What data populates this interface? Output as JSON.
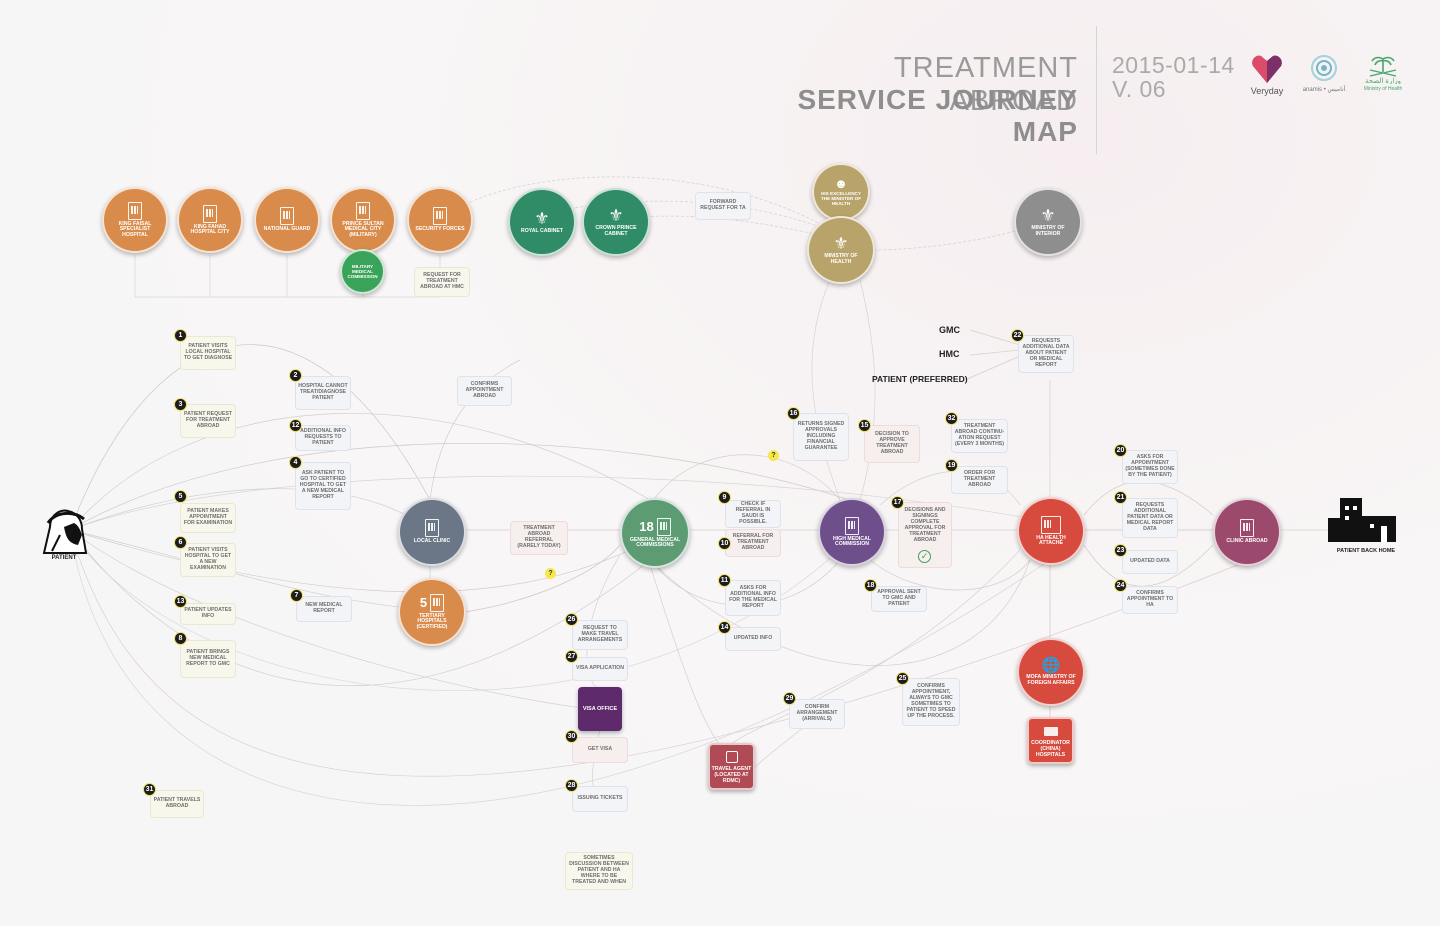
{
  "header": {
    "title_line1": "TREATMENT ABROAD",
    "title_line2": "SERVICE JOURNEY MAP",
    "date": "2015-01-14",
    "version": "V. 06"
  },
  "logos": [
    {
      "label": "Veryday",
      "icon": "heart-logo-icon",
      "color": "#c23a63"
    },
    {
      "label": "anamis • أناميس",
      "icon": "eye-logo-icon",
      "color": "#6fb8c8"
    },
    {
      "label": "Ministry of Health",
      "icon": "palm-swords-logo-icon",
      "color": "#4aa86a"
    }
  ],
  "colors": {
    "orange": "#d98b4b",
    "green": "#2f8c66",
    "light_green": "#3aa35a",
    "olive": "#b8a46b",
    "gray": "#8e8e8e",
    "slate": "#6b7786",
    "sage": "#5d9c73",
    "purple": "#6e4f8c",
    "red": "#d74a3e",
    "mauve": "#9b4a6d",
    "dark_red": "#b04a54",
    "visa": "#5e2a6b"
  },
  "actors": {
    "patient": "PATIENT",
    "patient_back_home": "PATIENT BACK HOME"
  },
  "nodes": {
    "king_faisal": "KING FAISAL SPECIALIST HOSPITAL",
    "king_fahad": "KING FAHAD HOSPITAL CITY",
    "national_guard": "NATIONAL GUARD",
    "prince_sultan": "PRINCE SULTAN MEDICAL CITY (MILITARY)",
    "security_forces": "SECURITY FORCES",
    "military_commission": "MILITARY MEDICAL COMMISSION",
    "royal_cabinet": "ROYAL CABINET",
    "crown_prince": "CROWN PRINCE CABINET",
    "minister": "HIS EXCELLENCY THE MINISTER OF HEALTH",
    "ministry_health": "MINISTRY OF HEALTH",
    "ministry_interior": "MINISTRY OF INTERIOR",
    "local_clinic": "LOCAL CLINIC",
    "tertiary": "TERTIARY HOSPITALS (CERTIFIED)",
    "tertiary_num": "5",
    "gmc": "GENERAL MEDICAL COMMISSIONS",
    "gmc_num": "18",
    "hmc": "HIGH MEDICAL COMMISSION",
    "health_attache": "HA HEALTH ATTACHÉ",
    "clinic_abroad": "CLINIC ABROAD",
    "mofa": "MOFA MINISTRY OF FOREIGN AFFAIRS",
    "coordinator": "COORDINATOR (CHINA) HOSPITALS",
    "travel_agent": "TRAVEL AGENT (LOCATED AT RDMC)",
    "visa_office": "VISA OFFICE"
  },
  "text_labels": {
    "gmc": "GMC",
    "hmc": "HMC",
    "patient_preferred": "PATIENT (PREFERRED)"
  },
  "steps": [
    {
      "n": "1",
      "text": "PATIENT VISITS LOCAL HOSPITAL TO GET DIAGNOSE"
    },
    {
      "n": "2",
      "text": "HOSPITAL CANNOT TREAT/DIAGNOSE PATIENT"
    },
    {
      "n": "3",
      "text": "PATIENT REQUEST FOR TREATMENT ABROAD"
    },
    {
      "n": "12",
      "text": "ADDITIONAL INFO REQUESTS TO PATIENT"
    },
    {
      "n": "4",
      "text": "ASK PATIENT TO GO TO CERTIFIED HOSPITAL TO GET A NEW MEDICAL REPORT"
    },
    {
      "n": "5",
      "text": "PATIENT MAKES APPOINTMENT FOR EXAMINATION"
    },
    {
      "n": "6",
      "text": "PATIENT VISITS HOSPITAL TO GET A NEW EXAMINATION"
    },
    {
      "n": "13",
      "text": "PATIENT UPDATES INFO"
    },
    {
      "n": "7",
      "text": "NEW MEDICAL REPORT"
    },
    {
      "n": "8",
      "text": "PATIENT BRINGS NEW MEDICAL REPORT TO GMC"
    },
    {
      "n": "9",
      "text": "CHECK IF REFERRAL IN SAUDI IS POSSIBLE."
    },
    {
      "n": "10",
      "text": "REFERRAL FOR TREATMENT ABROAD"
    },
    {
      "n": "11",
      "text": "ASKS FOR ADDITIONAL INFO FOR THE MEDICAL REPORT"
    },
    {
      "n": "14",
      "text": "UPDATED INFO"
    },
    {
      "n": "16",
      "text": "RETURNS SIGNED APPROVALS INCLUDING FINANCIAL GUARANTEE"
    },
    {
      "n": "15",
      "text": "DECISION TO APPROVE TREATMENT ABROAD"
    },
    {
      "n": "17",
      "text": "DECISIONS AND SIGNINGS COMPLETE APPROVAL FOR TREATMENT ABROAD"
    },
    {
      "n": "18",
      "text": "APPROVAL SENT TO GMC AND PATIENT"
    },
    {
      "n": "32",
      "text": "TREATMENT ABROAD CONTINU-ATION REQUEST (EVERY 3 MONTHS)"
    },
    {
      "n": "19",
      "text": "ORDER FOR TREATMENT ABROAD"
    },
    {
      "n": "22",
      "text": "REQUESTS ADDITIONAL DATA ABOUT PATIENT OR MEDICAL REPORT"
    },
    {
      "n": "20",
      "text": "ASKS FOR APPOINTMENT (SOMETIMES DONE BY THE PATIENT)"
    },
    {
      "n": "21",
      "text": "REQUESTS ADDITIONAL PATIENT DATA OR MEDICAL REPORT DATA"
    },
    {
      "n": "23",
      "text": "UPDATED DATA"
    },
    {
      "n": "24",
      "text": "CONFIRMS APPOINTMENT TO HA"
    },
    {
      "n": "25",
      "text": "CONFIRMS APPOINTMENT, ALWAYS TO GMC SOMETIMES TO PATIENT TO SPEED UP THE PROCESS."
    },
    {
      "n": "26",
      "text": "REQUEST TO MAKE TRAVEL ARRANGEMENTS"
    },
    {
      "n": "27",
      "text": "VISA APPLICATION"
    },
    {
      "n": "30",
      "text": "GET VISA"
    },
    {
      "n": "28",
      "text": "ISSUING TICKETS"
    },
    {
      "n": "29",
      "text": "CONFIRM ARRANGEMENT (ARRIVALS)"
    },
    {
      "n": "31",
      "text": "PATIENT TRAVELS ABROAD"
    }
  ],
  "notes": {
    "request_hmc": "REQUEST FOR TREATMENT ABROAD AT HMC",
    "forward_request": "FORWARD REQUEST FOR TA",
    "confirms_appointment": "CONFIRMS APPOINTMENT ABROAD",
    "referral_rarely": "TREATMENT ABROAD REFERRAL (RARELY TODAY)",
    "sometimes_discussion": "SOMETIMES DISCUSSION BETWEEN PATIENT AND HA WHERE TO BE TREATED AND WHEN",
    "question": "?"
  }
}
